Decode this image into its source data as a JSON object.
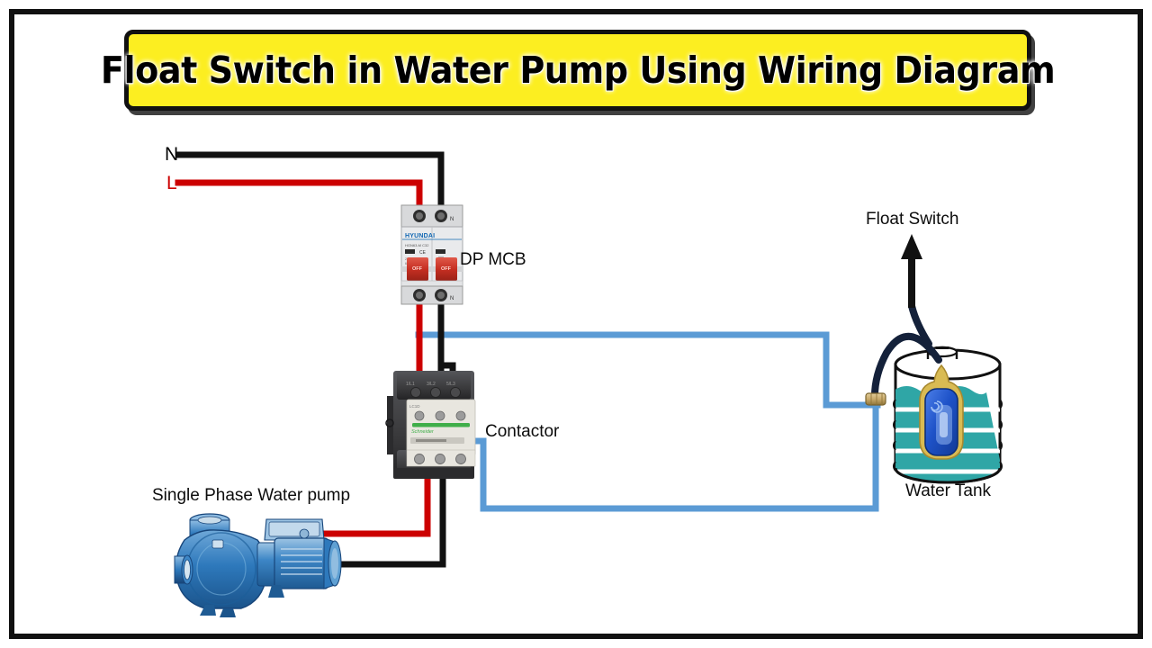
{
  "title": {
    "text": "Float Switch in Water Pump Using Wiring Diagram",
    "banner_bg": "#FCEE21",
    "banner_border": "#111111",
    "text_color": "#000000"
  },
  "terminals": {
    "neutral_label": "N",
    "neutral_color": "#000000",
    "line_label": "L",
    "line_color": "#CC0000"
  },
  "components": {
    "mcb": {
      "label": "DP MCB",
      "brand": "HYUNDAI",
      "mark": "CE",
      "pole_off_text": "OFF",
      "neutral_mark": "N",
      "body_color": "#E9EAEC",
      "toggle_color": "#C62F22",
      "brand_color": "#1268B3"
    },
    "contactor": {
      "label": "Contactor",
      "brand": "Schneider",
      "top_color": "#3A3A3C",
      "body_color": "#E8E6DF",
      "stripe_color": "#3FAE49"
    },
    "pump": {
      "label": "Single Phase Water pump",
      "body_color": "#2E79BC",
      "accent_color": "#7FB8E0"
    },
    "tank": {
      "label": "Water Tank",
      "shell_color": "#FFFFFF",
      "water_color": "#2FA6A6",
      "outline_color": "#111111"
    },
    "float_switch": {
      "label": "Float Switch",
      "arrow_color": "#111111",
      "float_body_color": "#1E52C8",
      "float_sleeve_color": "#D9BB53",
      "cable_color": "#14213A",
      "connector_color": "#C8A96A"
    }
  },
  "wires": {
    "live_color": "#CC0000",
    "neutral_color": "#111111",
    "control_color": "#5B9BD5",
    "live_width": 7,
    "neutral_width": 7,
    "control_width": 7
  }
}
